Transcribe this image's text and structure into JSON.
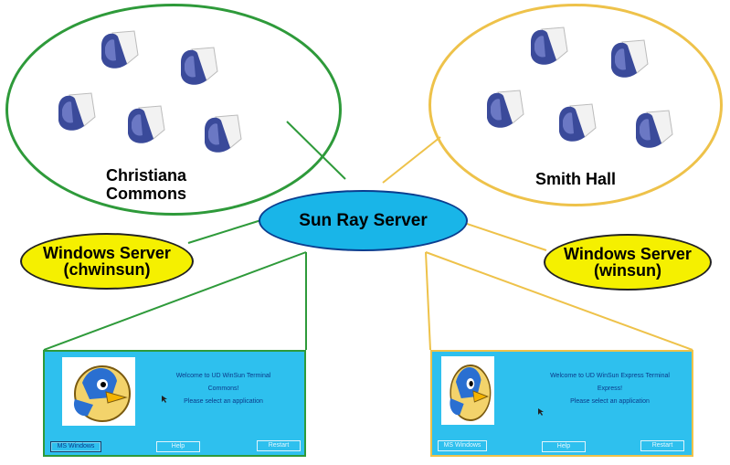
{
  "server": {
    "label": "Sun Ray Server"
  },
  "groups": {
    "left": {
      "label": "Christiana\nCommons",
      "color": "#2e9a3a"
    },
    "right": {
      "label": "Smith Hall",
      "color": "#eec24a"
    }
  },
  "windows_servers": {
    "left": {
      "label": "Windows Server\n(chwinsun)"
    },
    "right": {
      "label": "Windows Server\n(winsun)"
    }
  },
  "screens": {
    "left": {
      "lines": [
        "Welcome to UD WinSun Terminal",
        "Commons!",
        "Please select an application"
      ],
      "buttons": [
        "MS Windows",
        "Help",
        "Restart"
      ]
    },
    "right": {
      "lines": [
        "Welcome to UD WinSun Express Terminal",
        "Express!",
        "Please select an application"
      ],
      "buttons": [
        "MS Windows",
        "Help",
        "Restart"
      ]
    }
  },
  "icons": {
    "terminal": "sun-ray-terminal-icon",
    "mascot": "blue-hen-mascot-icon"
  },
  "colors": {
    "server_fill": "#19b5e8",
    "windows_fill": "#f5f000",
    "screen_fill": "#2ec0ee"
  }
}
